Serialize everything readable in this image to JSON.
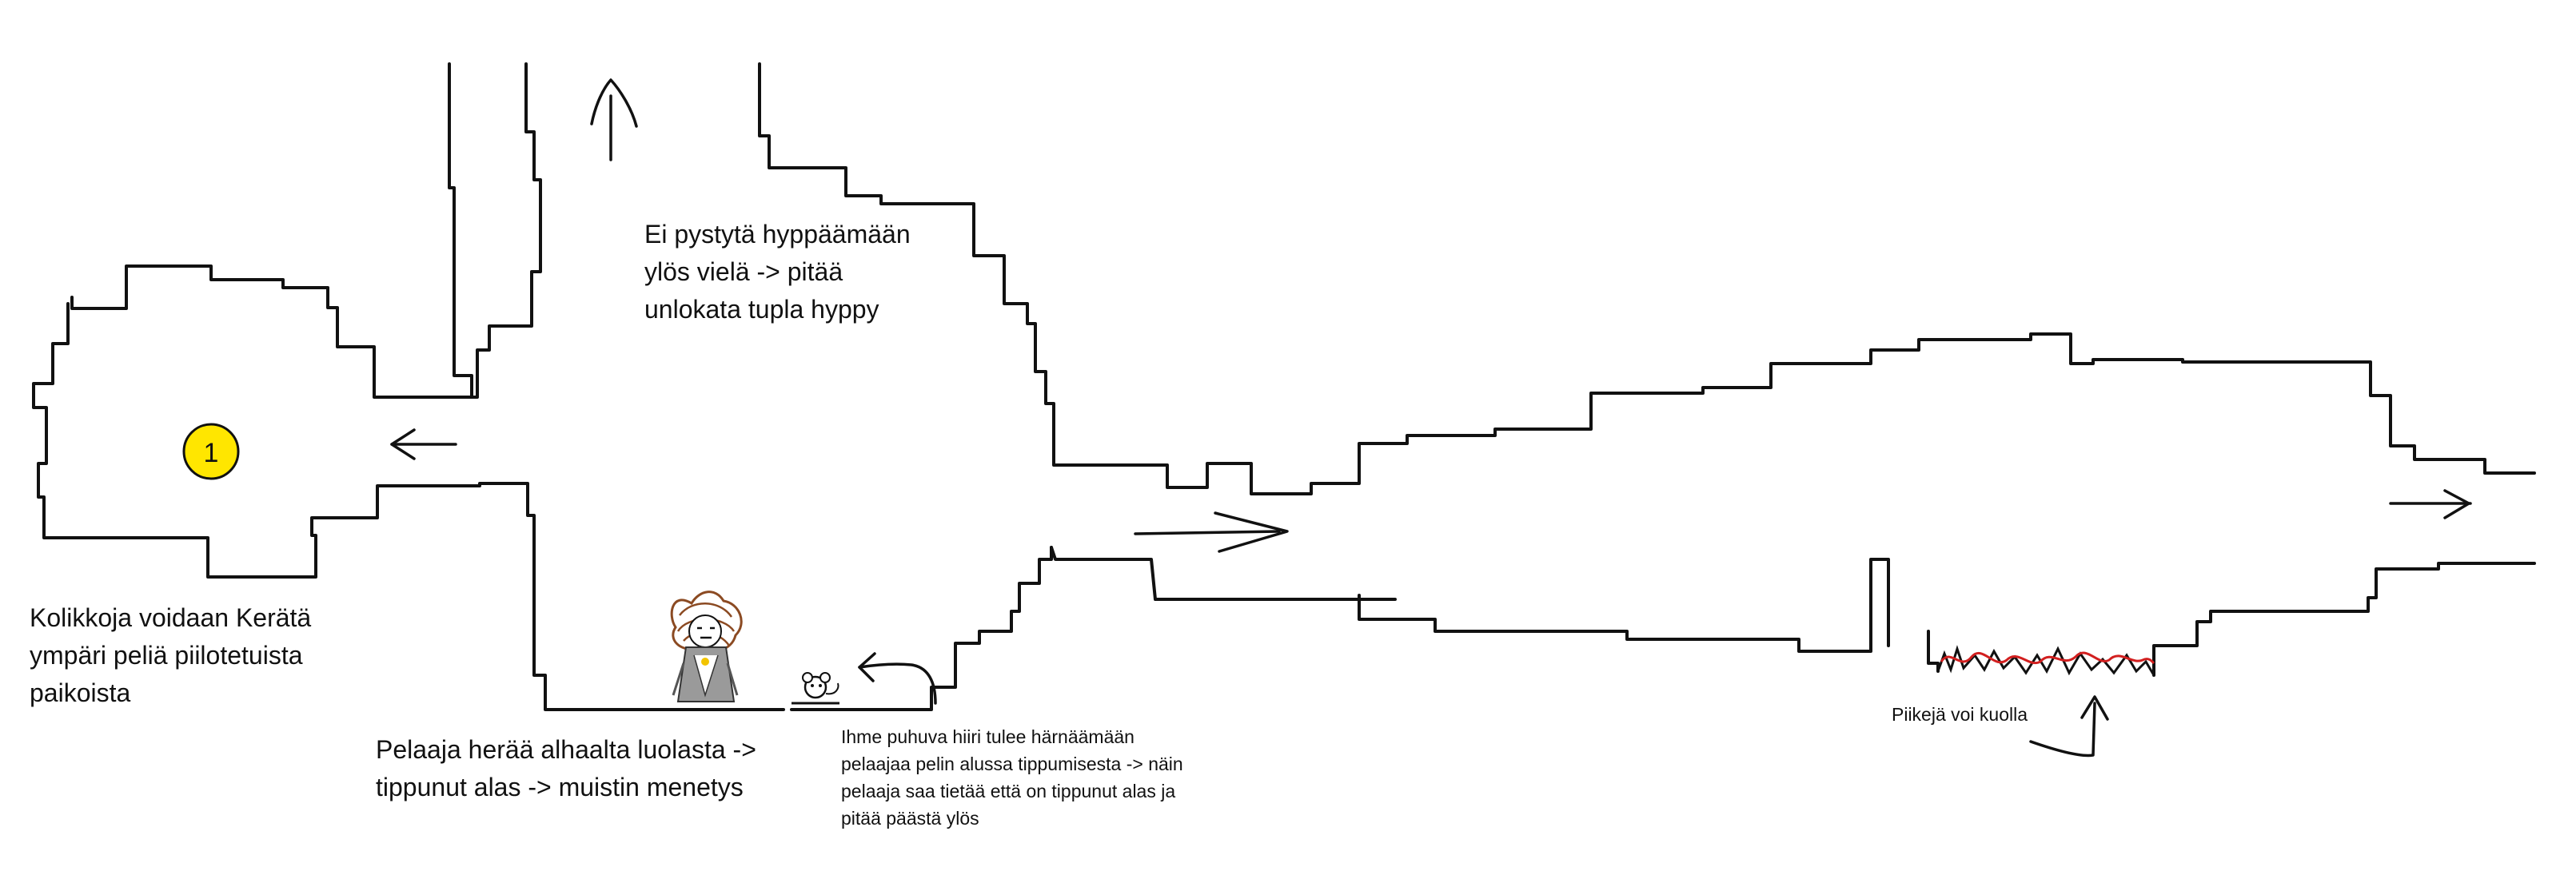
{
  "notes": {
    "double_jump": "Ei pystytä hyppäämään\nylös vielä -> pitää\nunlokata tupla hyppy",
    "coins": "Kolikkoja voidaan Kerätä\nympäri peliä piilotetuista\npaikoista",
    "wake_up": "Pelaaja herää alhaalta luolasta ->\ntippunut alas -> muistin menetys",
    "mouse": "Ihme puhuva hiiri tulee härnäämään\npelaajaa pelin alussa tippumisesta -> näin\npelaaja saa tietää että on tippunut alas ja\npitää päästä ylös",
    "spikes": "Piikejä voi kuolla"
  },
  "coin": {
    "label": "1",
    "fill": "#ffe600"
  },
  "colors": {
    "ink": "#111111",
    "spikes": "#d21f1f",
    "coin": "#ffe600"
  }
}
